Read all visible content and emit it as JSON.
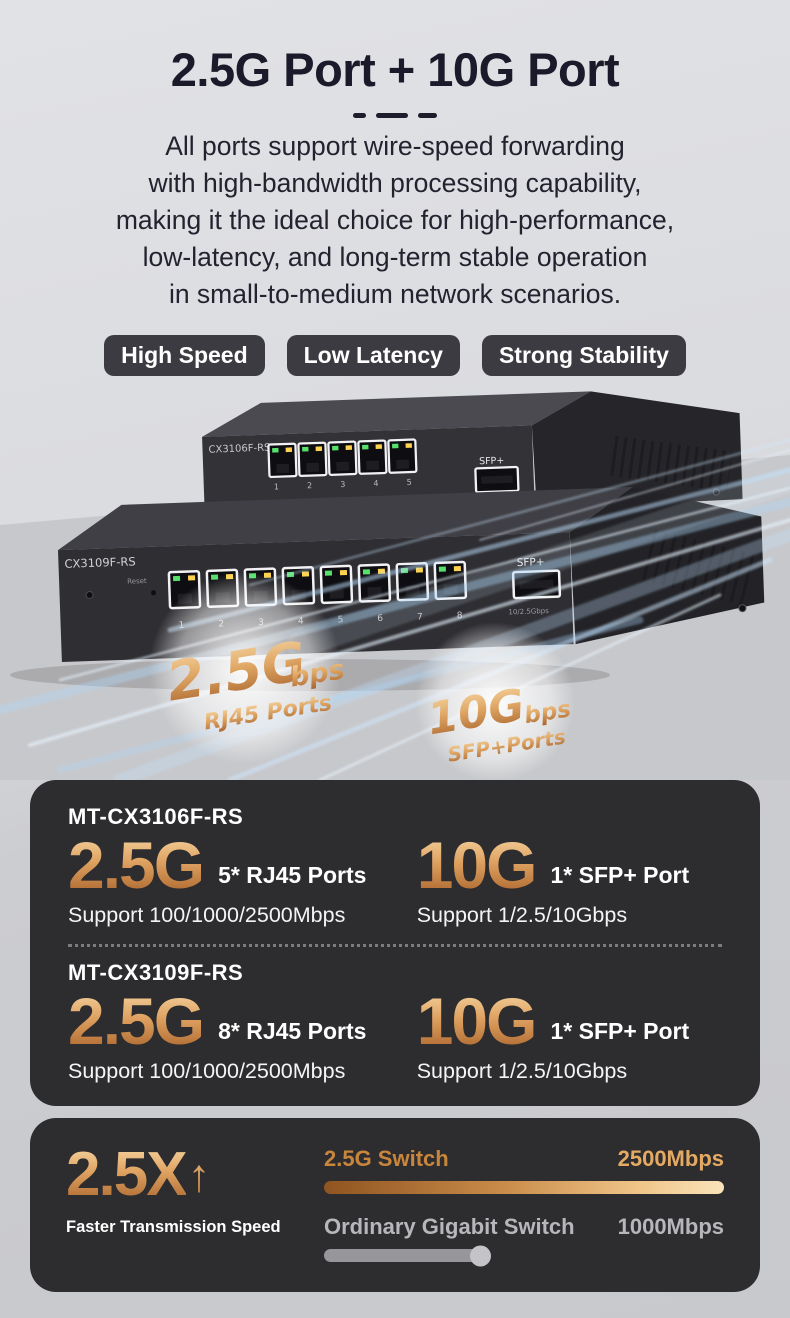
{
  "hero": {
    "title": "2.5G Port + 10G Port",
    "description_lines": [
      "All ports support wire-speed forwarding",
      "with high-bandwidth processing capability,",
      "making it the ideal choice for high-performance,",
      "low-latency, and long-term stable operation",
      "in small-to-medium network scenarios."
    ],
    "badges": [
      "High Speed",
      "Low Latency",
      "Strong Stability"
    ]
  },
  "product": {
    "back_switch": {
      "label": "CX3106F-RS",
      "sfp_label": "SFP+",
      "port_numbers": "1 2 3 4 5"
    },
    "front_switch": {
      "label": "CX3109F-RS",
      "reset_label": "Reset",
      "sfp_label": "SFP+",
      "sfp_sub_label": "10/2.5Gbps",
      "port_numbers": "1 2 3 4 5 6 7 8"
    },
    "overlays": [
      {
        "value": "2.5G",
        "unit": "bps",
        "caption": "RJ45 Ports"
      },
      {
        "value": "10G",
        "unit": "bps",
        "caption": "SFP+Ports"
      }
    ]
  },
  "spec_panel": {
    "models": [
      {
        "name": "MT-CX3106F-RS",
        "rj45": {
          "speed": "2.5G",
          "ports": "5* RJ45 Ports",
          "support": "Support 100/1000/2500Mbps"
        },
        "sfp": {
          "speed": "10G",
          "ports": "1* SFP+ Port",
          "support": "Support 1/2.5/10Gbps"
        }
      },
      {
        "name": "MT-CX3109F-RS",
        "rj45": {
          "speed": "2.5G",
          "ports": "8* RJ45 Ports",
          "support": "Support 100/1000/2500Mbps"
        },
        "sfp": {
          "speed": "10G",
          "ports": "1* SFP+ Port",
          "support": "Support 1/2.5/10Gbps"
        }
      }
    ]
  },
  "comparison_panel": {
    "multiplier": "2.5X",
    "arrow": "↑",
    "caption": "Faster Transmission Speed",
    "chart_data": {
      "type": "bar",
      "categories": [
        "2.5G Switch",
        "Ordinary Gigabit Switch"
      ],
      "values": [
        2500,
        1000
      ],
      "value_labels": [
        "2500Mbps",
        "1000Mbps"
      ],
      "xlim": [
        0,
        2500
      ],
      "orientation": "horizontal",
      "legend": "none"
    }
  },
  "colors": {
    "heading": "#1a1a2a",
    "badge_bg": "#3b3b41",
    "panel_bg": "#2d2c2f",
    "gold_light": "#f6d7a4",
    "gold_dark": "#a8622b",
    "streak_blue": "#bfe2ff",
    "gray_bar": "#97979b"
  }
}
